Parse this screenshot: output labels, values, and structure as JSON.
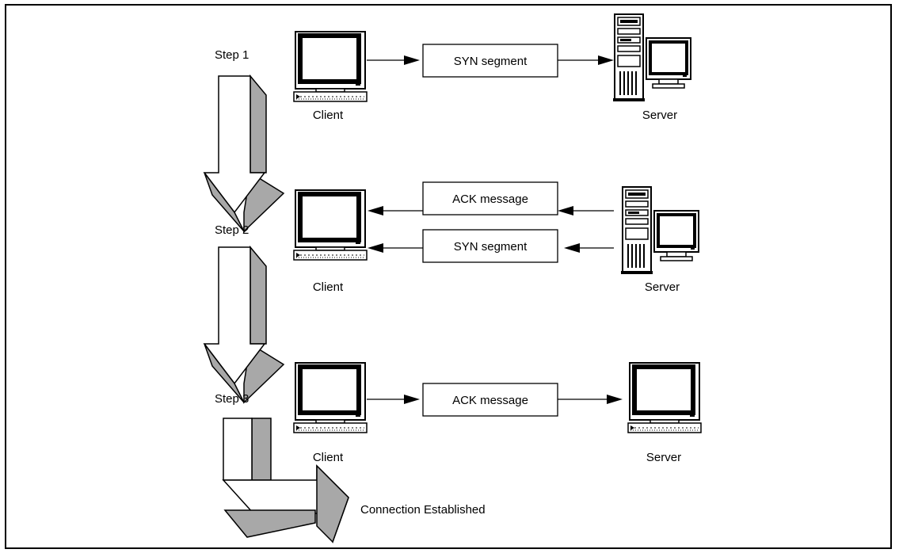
{
  "steps": {
    "step1": "Step 1",
    "step2": "Step 2",
    "step3": "Step 3"
  },
  "nodes": {
    "client": "Client",
    "server": "Server"
  },
  "messages": {
    "row1": "SYN segment",
    "row2_top": "ACK message",
    "row2_bottom": "SYN segment",
    "row3": "ACK message"
  },
  "result": "Connection Established",
  "colors": {
    "arrow_face": "#ffffff",
    "arrow_side": "#a8a8a8",
    "stroke": "#000000"
  },
  "icons": {
    "client": "desktop-computer-icon",
    "server": "tower-server-icon"
  }
}
